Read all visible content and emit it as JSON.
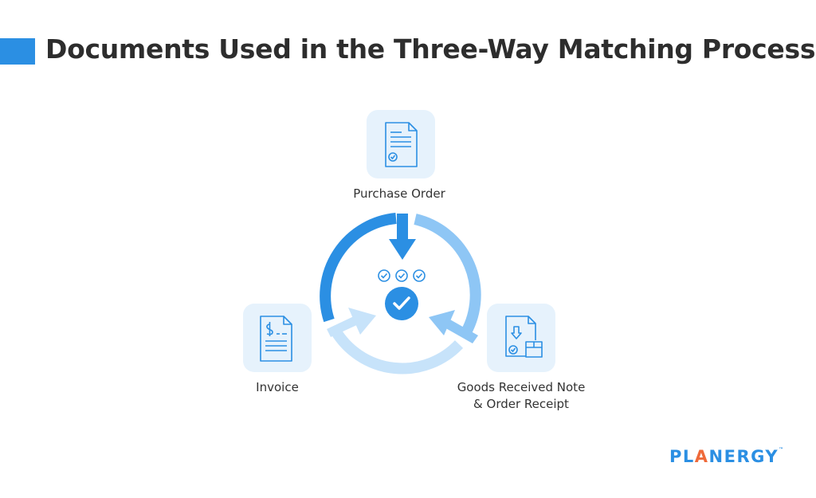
{
  "title": "Documents Used in the Three-Way Matching Process",
  "documents": {
    "purchase_order": {
      "label": "Purchase Order",
      "icon": "document-check-icon"
    },
    "invoice": {
      "label": "Invoice",
      "icon": "invoice-dollar-icon"
    },
    "goods_received": {
      "label_line1": "Goods Received Note",
      "label_line2": "& Order Receipt",
      "icon": "package-receipt-icon"
    }
  },
  "center": {
    "icon": "check-circle-icon",
    "small_icons": "check-circles-icon"
  },
  "brand": {
    "logo_text_1": "PL",
    "logo_text_a": "A",
    "logo_text_2": "NERGY",
    "tm": "™"
  },
  "colors": {
    "accent": "#2b8fe3",
    "arc_dark": "#2b8fe3",
    "arc_mid": "#8ec6f5",
    "arc_light": "#c7e3fa",
    "icon_bg": "#e6f2fc",
    "logo_a": "#ef6a3a"
  }
}
